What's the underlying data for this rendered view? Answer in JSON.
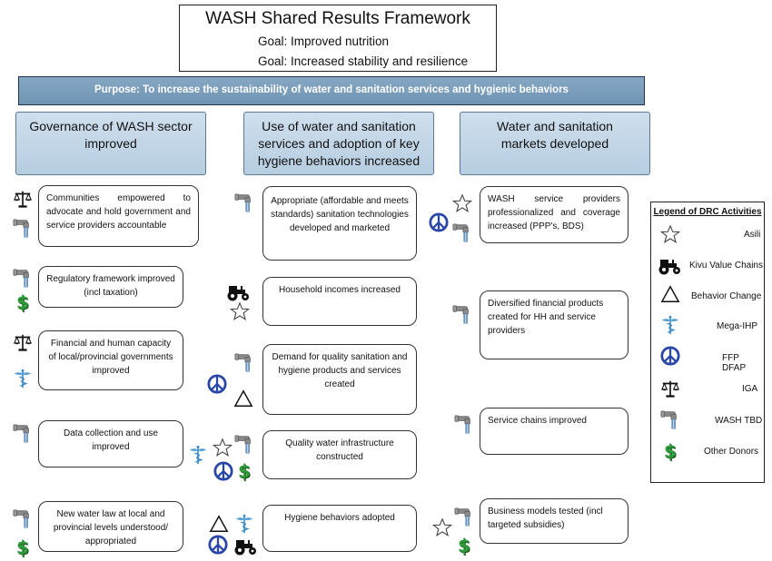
{
  "header": {
    "title": "WASH Shared Results Framework",
    "goal1": "Goal: Improved nutrition",
    "goal2": "Goal: Increased stability and resilience"
  },
  "purpose": "Purpose: To increase the sustainability of water and sanitation services and hygienic behaviors",
  "columns": [
    {
      "heading": "Governance of WASH sector improved",
      "results": [
        "Communities empowered to advocate and hold government and service providers accountable",
        "Regulatory framework improved (incl taxation)",
        "Financial and human capacity of local/provincial governments improved",
        "Data collection and use improved",
        "New water law at local and provincial levels understood/ appropriated"
      ]
    },
    {
      "heading": "Use of water and sanitation services and adoption of key hygiene behaviors increased",
      "results": [
        "Appropriate (affordable and meets standards) sanitation technologies developed and marketed",
        "Household incomes increased",
        "Demand for quality sanitation and hygiene products and services created",
        "Quality water infrastructure constructed",
        "Hygiene behaviors adopted"
      ]
    },
    {
      "heading": "Water and sanitation markets developed",
      "results": [
        "WASH service providers professionalized and coverage increased (PPP's, BDS)",
        "Diversified financial products created for HH and service providers",
        "Service chains improved",
        "Business models tested (incl targeted subsidies)"
      ]
    }
  ],
  "legend": {
    "title": "Legend of DRC Activities",
    "items": [
      {
        "label": "Asili",
        "icon": "star-icon"
      },
      {
        "label": "Kivu Value Chains",
        "icon": "tractor-icon"
      },
      {
        "label": "Behavior Change",
        "icon": "triangle-icon"
      },
      {
        "label": "Mega-IHP",
        "icon": "caduceus-icon"
      },
      {
        "label": "FFP DFAP",
        "icon": "peace-icon"
      },
      {
        "label": "IGA",
        "icon": "scales-icon"
      },
      {
        "label": "WASH TBD",
        "icon": "faucet-icon"
      },
      {
        "label": "Other Donors",
        "icon": "dollar-icon"
      }
    ]
  },
  "symbols": {
    "dollar": "$"
  },
  "colors": {
    "purpose_bar": "#7a9cba",
    "heading_fill": "#c3d6e7",
    "dollar_green": "#2f9a3a",
    "peace_blue": "#2946a8"
  }
}
